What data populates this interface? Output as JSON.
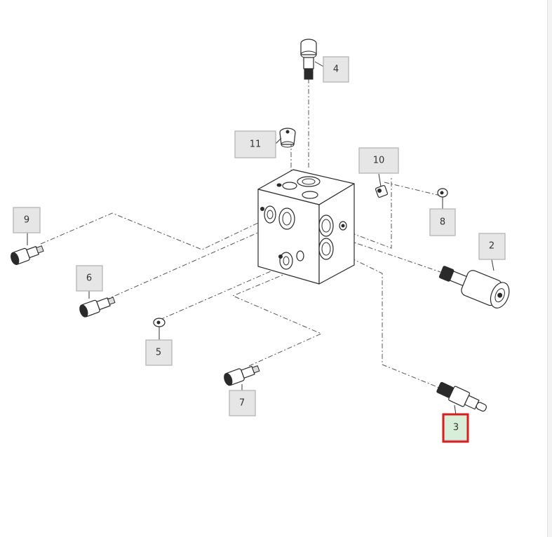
{
  "callouts": {
    "c2": "2",
    "c3": "3",
    "c4": "4",
    "c5": "5",
    "c6": "6",
    "c7": "7",
    "c8": "8",
    "c9": "9",
    "c10": "10",
    "c11": "11"
  },
  "selected_callout": "3",
  "colors": {
    "highlight": "#d61f1f",
    "selected_fill": "#d9eed9",
    "callout_fill": "#e6e6e6"
  }
}
